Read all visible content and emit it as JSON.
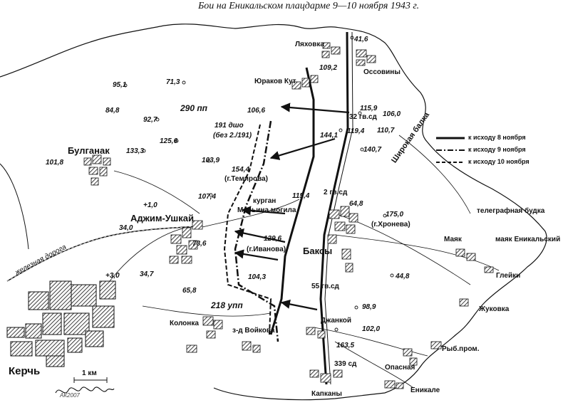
{
  "title": "Бои на Еникальском плацдарме 9—10 ноября 1943 г.",
  "legend": [
    {
      "label": "к исходу 8 ноября",
      "style": "solid"
    },
    {
      "label": "к исходу 9 ноября",
      "style": "dashdot"
    },
    {
      "label": "к исходу 10 ноября",
      "style": "dashed"
    }
  ],
  "settlements": {
    "lahovka": "Ляховка",
    "ossoviny": "Оссовины",
    "yurakov_kut": "Юраков Кут",
    "bulganak": "Булганак",
    "adzhim": "Аджим-Ушкай",
    "baksy": "Баксы",
    "mayak": "Маяк",
    "mayak_enik": "маяк Еникальский",
    "gleyki": "Глейки",
    "zhukovka": "Жуковка",
    "ryb_prom": "Рыб.пром.",
    "opasnaya": "Опасная",
    "enikale": "Еникале",
    "kapkany": "Капканы",
    "dzhankoy": "Джанкой",
    "kolonka": "Колонка",
    "zavod": "з-д Войкова",
    "kerch": "Керчь"
  },
  "units": {
    "pp290": "290 пп",
    "dsho191": "191 дшо",
    "dsho191b": "(без 2./191)",
    "gvsd32": "32 гв.сд",
    "gvsd2": "2 гв.сд",
    "gvsd55": "55 гв.сд",
    "upp218": "218 упп",
    "sd339": "339 сд"
  },
  "features": {
    "kurgan": "курган",
    "maryina": "Марьина могила",
    "ivanova": "(г.Иванова)",
    "temirova": "(г.Темирова)",
    "hroneva": "(г.Хронева)",
    "shirokaya": "Широкая балка",
    "telegraf": "телеграфная будка",
    "railway": "железная дорога",
    "scale": "1 км",
    "signature": "АК2007"
  },
  "heights": {
    "h41_6": "41,6",
    "h109_2": "109,2",
    "h95_1": "95,1",
    "h71_3": "71,3",
    "h84_8": "84,8",
    "h92_7": "92,7",
    "h106_6": "106,6",
    "h115_9": "115,9",
    "h106_0": "106,0",
    "h119_4": "119,4",
    "h110_7": "110,7",
    "h144_1": "144,1",
    "h125_6": "125,6",
    "h133_3": "133,3",
    "h101_8": "101,8",
    "h140_7": "140,7",
    "h103_9": "103,9",
    "h154_4": "154,4",
    "h1_0": "+1,0",
    "h107_4": "107,4",
    "h115_4": "115,4",
    "h64_8": "64,8",
    "h175_0": "175,0",
    "h34_0": "34,0",
    "h129_6": "129,6",
    "h73_6": "73,6",
    "h3_0": "+3,0",
    "h34_7": "34,7",
    "h104_3": "104,3",
    "h44_8": "44,8",
    "h65_8": "65,8",
    "h98_9": "98,9",
    "h102_0": "102,0",
    "h163_5": "163,5"
  },
  "colors": {
    "ink": "#111111",
    "paper": "#ffffff"
  }
}
